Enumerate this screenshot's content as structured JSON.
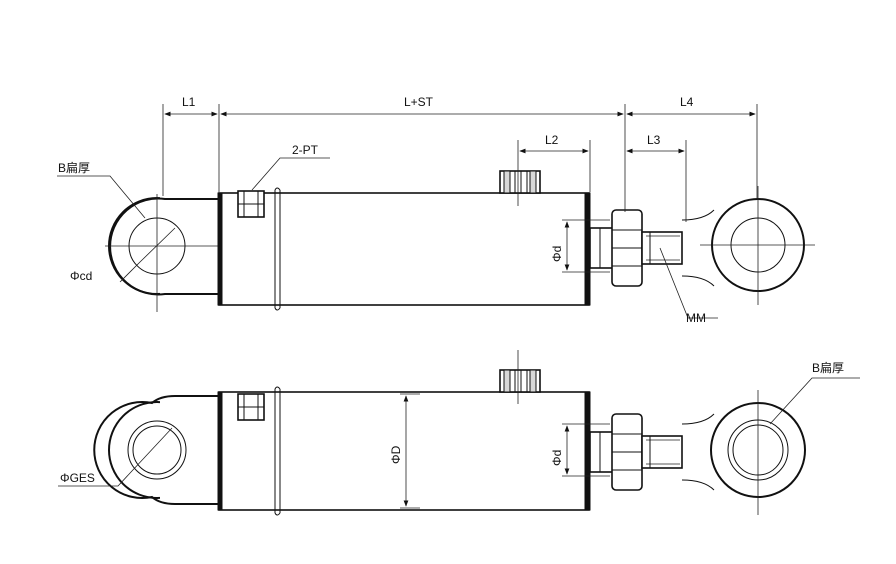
{
  "diagram": {
    "labels": {
      "L1": "L1",
      "LST": "L+ST",
      "L4": "L4",
      "L2": "L2",
      "L3": "L3",
      "PT": "2-PT",
      "B_top": "B扁厚",
      "B_bottom": "B扁厚",
      "cd": "Φcd",
      "d_top": "Φd",
      "d_bottom": "Φd",
      "D": "ΦD",
      "GES": "ΦGES",
      "MM": "MM"
    }
  }
}
